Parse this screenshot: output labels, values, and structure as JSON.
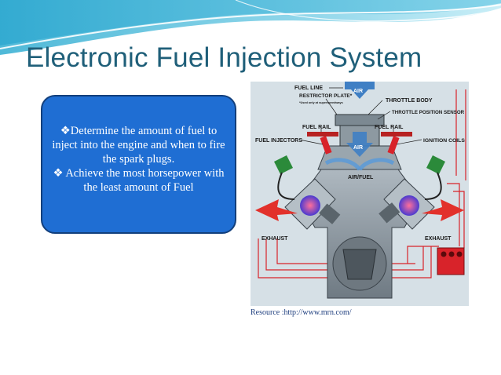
{
  "slide": {
    "title": "Electronic Fuel Injection System",
    "bullets": [
      "❖Determine the amount of fuel to inject into the engine and when to fire the spark plugs.",
      "❖ Achieve the most horsepower with the least amount of  Fuel"
    ],
    "resource": "Resource :http://www.mrn.com/"
  },
  "diagram": {
    "labels": {
      "fuel_line": "FUEL LINE",
      "air_top": "AIR",
      "restrictor_plate": "RESTRICTOR PLATE*",
      "restrictor_note": "*Used only at superspeedways",
      "throttle_body": "THROTTLE BODY",
      "throttle_sensor": "THROTTLE POSITION SENSOR",
      "fuel_rail_left": "FUEL RAIL",
      "fuel_rail_right": "FUEL RAIL",
      "fuel_injectors": "FUEL INJECTORS",
      "ignition_coils": "IGNITION COILS",
      "air_mid": "AIR",
      "air_fuel": "AIR/FUEL",
      "exhaust_left": "EXHAUST",
      "exhaust_right": "EXHAUST"
    }
  },
  "colors": {
    "title": "#1f5f79",
    "box_fill": "#1f6ed3",
    "box_border": "#123f7c",
    "wave_blue": "#5bc3de",
    "engine_bg": "#c9d6de",
    "exhaust_red": "#e2312b",
    "wire_red": "#d8232a",
    "coil_green": "#2b8a3a"
  }
}
